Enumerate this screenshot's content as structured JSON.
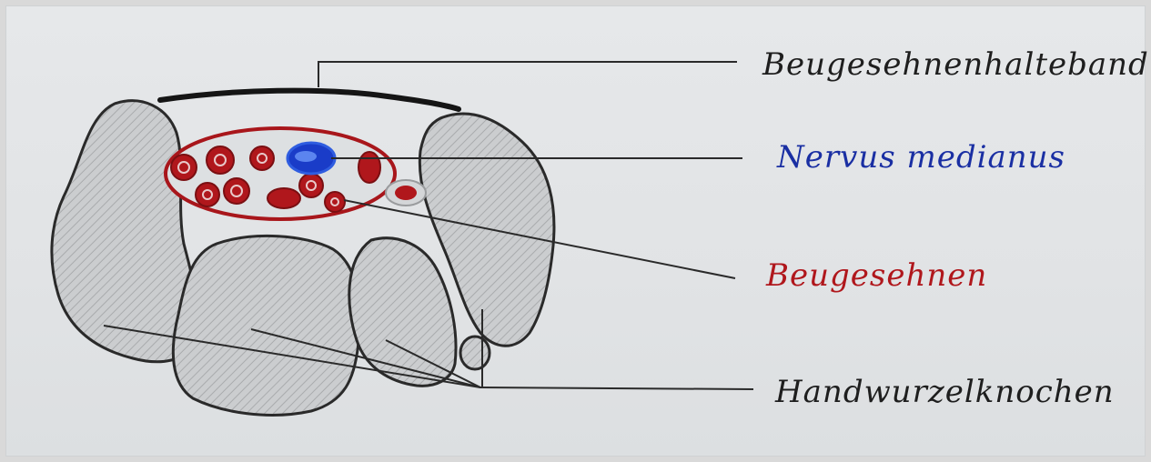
{
  "labels": {
    "ligament": "Beugesehnenhalteband",
    "nerve": "Nervus medianus",
    "tendons": "Beugesehnen",
    "bones": "Handwurzelknochen"
  },
  "colors": {
    "ink": "#1e1e1e",
    "nerve_blue": "#1a3cc8",
    "tendon_red": "#b0171c",
    "bone_fill": "#c9cbcd"
  }
}
